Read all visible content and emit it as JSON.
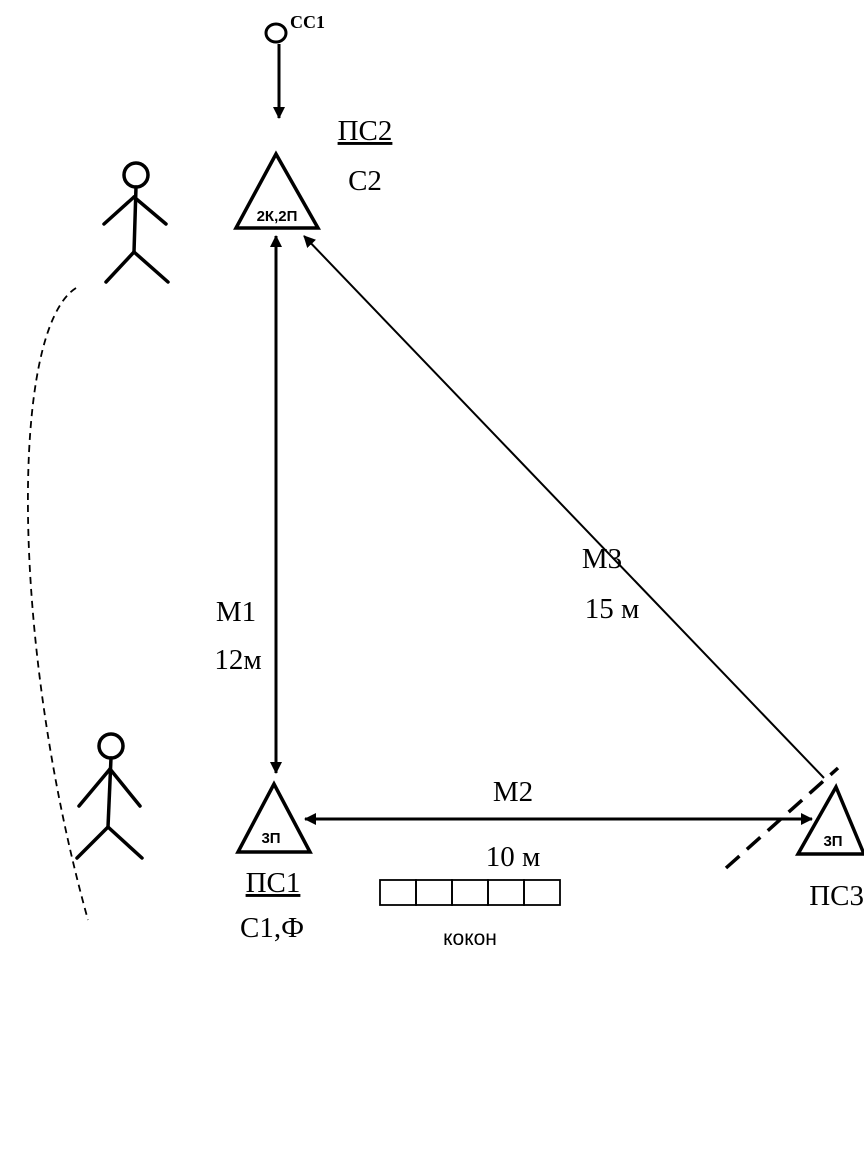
{
  "start": {
    "label": "СС1"
  },
  "stations": {
    "ps2": {
      "label": "ПС2",
      "sublabel": "С2",
      "mark": "2К,2П"
    },
    "ps1": {
      "label": "ПС1",
      "sublabel": "С1,Ф",
      "mark": "3П"
    },
    "ps3": {
      "label": "ПС3",
      "mark": "3П"
    }
  },
  "stages": {
    "m1": {
      "label": "М1",
      "length": "12м"
    },
    "m2": {
      "label": "М2",
      "length": "10 м"
    },
    "m3": {
      "label": "М3",
      "length": "15 м"
    }
  },
  "cocoon": {
    "label": "кокон",
    "cells": 5
  },
  "colors": {
    "ink": "#000000",
    "background": "#ffffff"
  }
}
